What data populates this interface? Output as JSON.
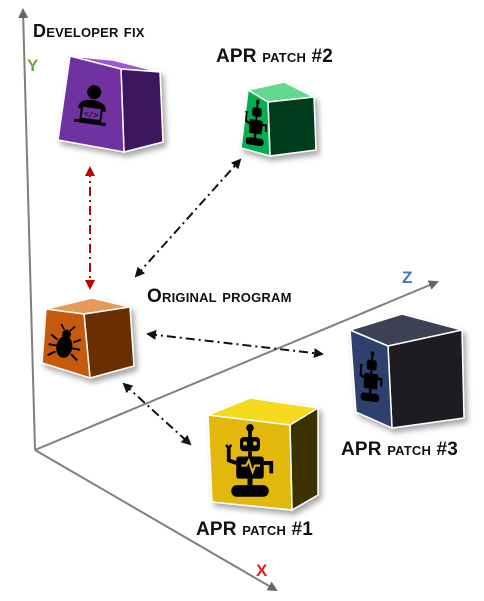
{
  "axes": {
    "x": {
      "label": "X",
      "color": "#e0201b"
    },
    "y": {
      "label": "Y",
      "color": "#6aaa3a"
    },
    "z": {
      "label": "Z",
      "color": "#4472c4"
    }
  },
  "nodes": {
    "developer_fix": {
      "first": "D",
      "rest": "eveloper fix",
      "icon": "developer-laptop-icon",
      "color": "#7030a0"
    },
    "apr_patch_2": {
      "first": "APR",
      "rest": " patch #2",
      "icon": "robot-icon",
      "color": "#00b050"
    },
    "original_program": {
      "first": "O",
      "rest": "riginal program",
      "icon": "bug-icon",
      "color": "#c55a11"
    },
    "apr_patch_3": {
      "first": "APR",
      "rest": " patch #3",
      "icon": "robot-icon",
      "color": "#1f2a44"
    },
    "apr_patch_1": {
      "first": "APR",
      "rest": " patch #1",
      "icon": "robot-icon",
      "color": "#e2b80e"
    }
  }
}
